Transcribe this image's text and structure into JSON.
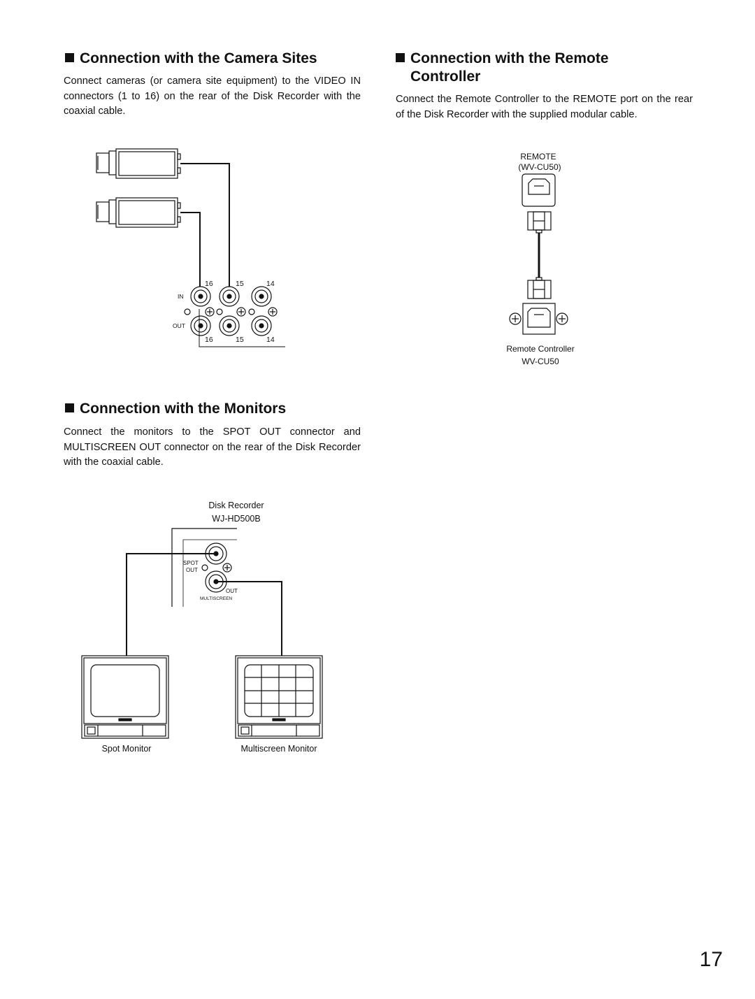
{
  "sections": {
    "camera": {
      "title": "Connection with the Camera Sites",
      "body": "Connect cameras (or camera site equipment) to the VIDEO IN connectors (1 to 16) on the rear of the Disk Recorder with the coaxial cable."
    },
    "remote": {
      "title_line1": "Connection with the Remote",
      "title_line2": "Controller",
      "body": "Connect the Remote Controller to the REMOTE port on the rear of the Disk Recorder with the supplied modular cable."
    },
    "monitors": {
      "title": "Connection with the Monitors",
      "body": "Connect the monitors to the SPOT OUT connector and MULTISCREEN OUT connector on the rear of the Disk Recorder with the coaxial cable."
    }
  },
  "camera_diagram": {
    "in_label": "IN",
    "out_label": "OUT",
    "channels": [
      "16",
      "15",
      "14"
    ]
  },
  "remote_diagram": {
    "port_label": "REMOTE",
    "port_model": "(WV-CU50)",
    "device_label": "Remote Controller",
    "device_model": "WV-CU50"
  },
  "monitor_diagram": {
    "recorder_label": "Disk Recorder",
    "recorder_model": "WJ-HD500B",
    "spot_label_1": "SPOT",
    "spot_label_2": "OUT",
    "multi_out_label": "OUT",
    "multi_label": "MULTISCREEN",
    "spot_monitor": "Spot Monitor",
    "multi_monitor": "Multiscreen Monitor"
  },
  "page_number": "17"
}
